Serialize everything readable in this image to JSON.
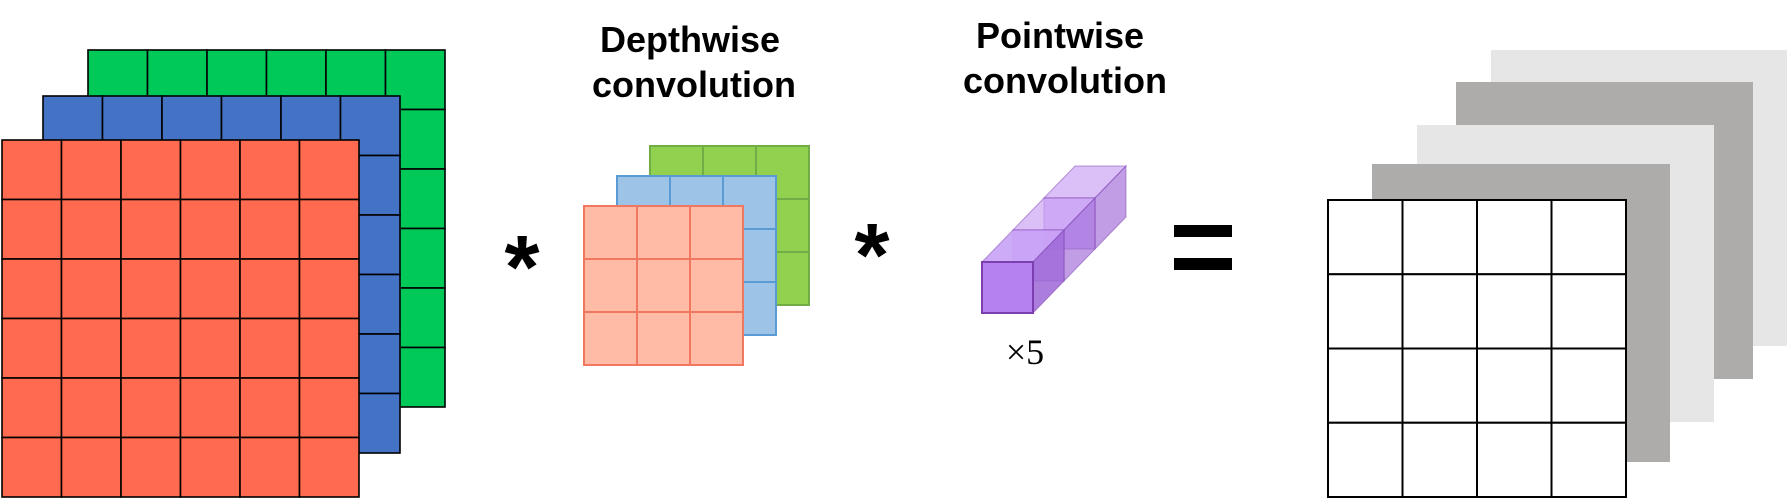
{
  "labels": {
    "depthwise_line1": "Depthwise",
    "depthwise_line2": "convolution",
    "pointwise_line1": "Pointwise",
    "pointwise_line2": "convolution",
    "pointwise_count": "×5"
  },
  "operators": {
    "first": "*",
    "second": "*",
    "equals": "="
  },
  "input_grid": {
    "rows": 6,
    "cols": 6,
    "channel_colors": [
      "#00C957",
      "#4472C4",
      "#FF6A50"
    ]
  },
  "depthwise_kernel": {
    "rows": 3,
    "cols": 3,
    "channel_colors": [
      "#92D050",
      "#9DC3E6",
      "#FFBBA5"
    ],
    "border_colors": [
      "#70AD47",
      "#5B9BD5",
      "#F07860"
    ]
  },
  "pointwise_kernel": {
    "depth": 3,
    "front_color": "#B580F0",
    "back_color": "#C9A2F5",
    "border_color": "#7B3FB0"
  },
  "output_grid": {
    "rows": 4,
    "cols": 4,
    "stack_colors": [
      "#E6E6E6",
      "#AEABAB",
      "#E6E6E6",
      "#AEABAB",
      "#FFFFFF"
    ]
  }
}
